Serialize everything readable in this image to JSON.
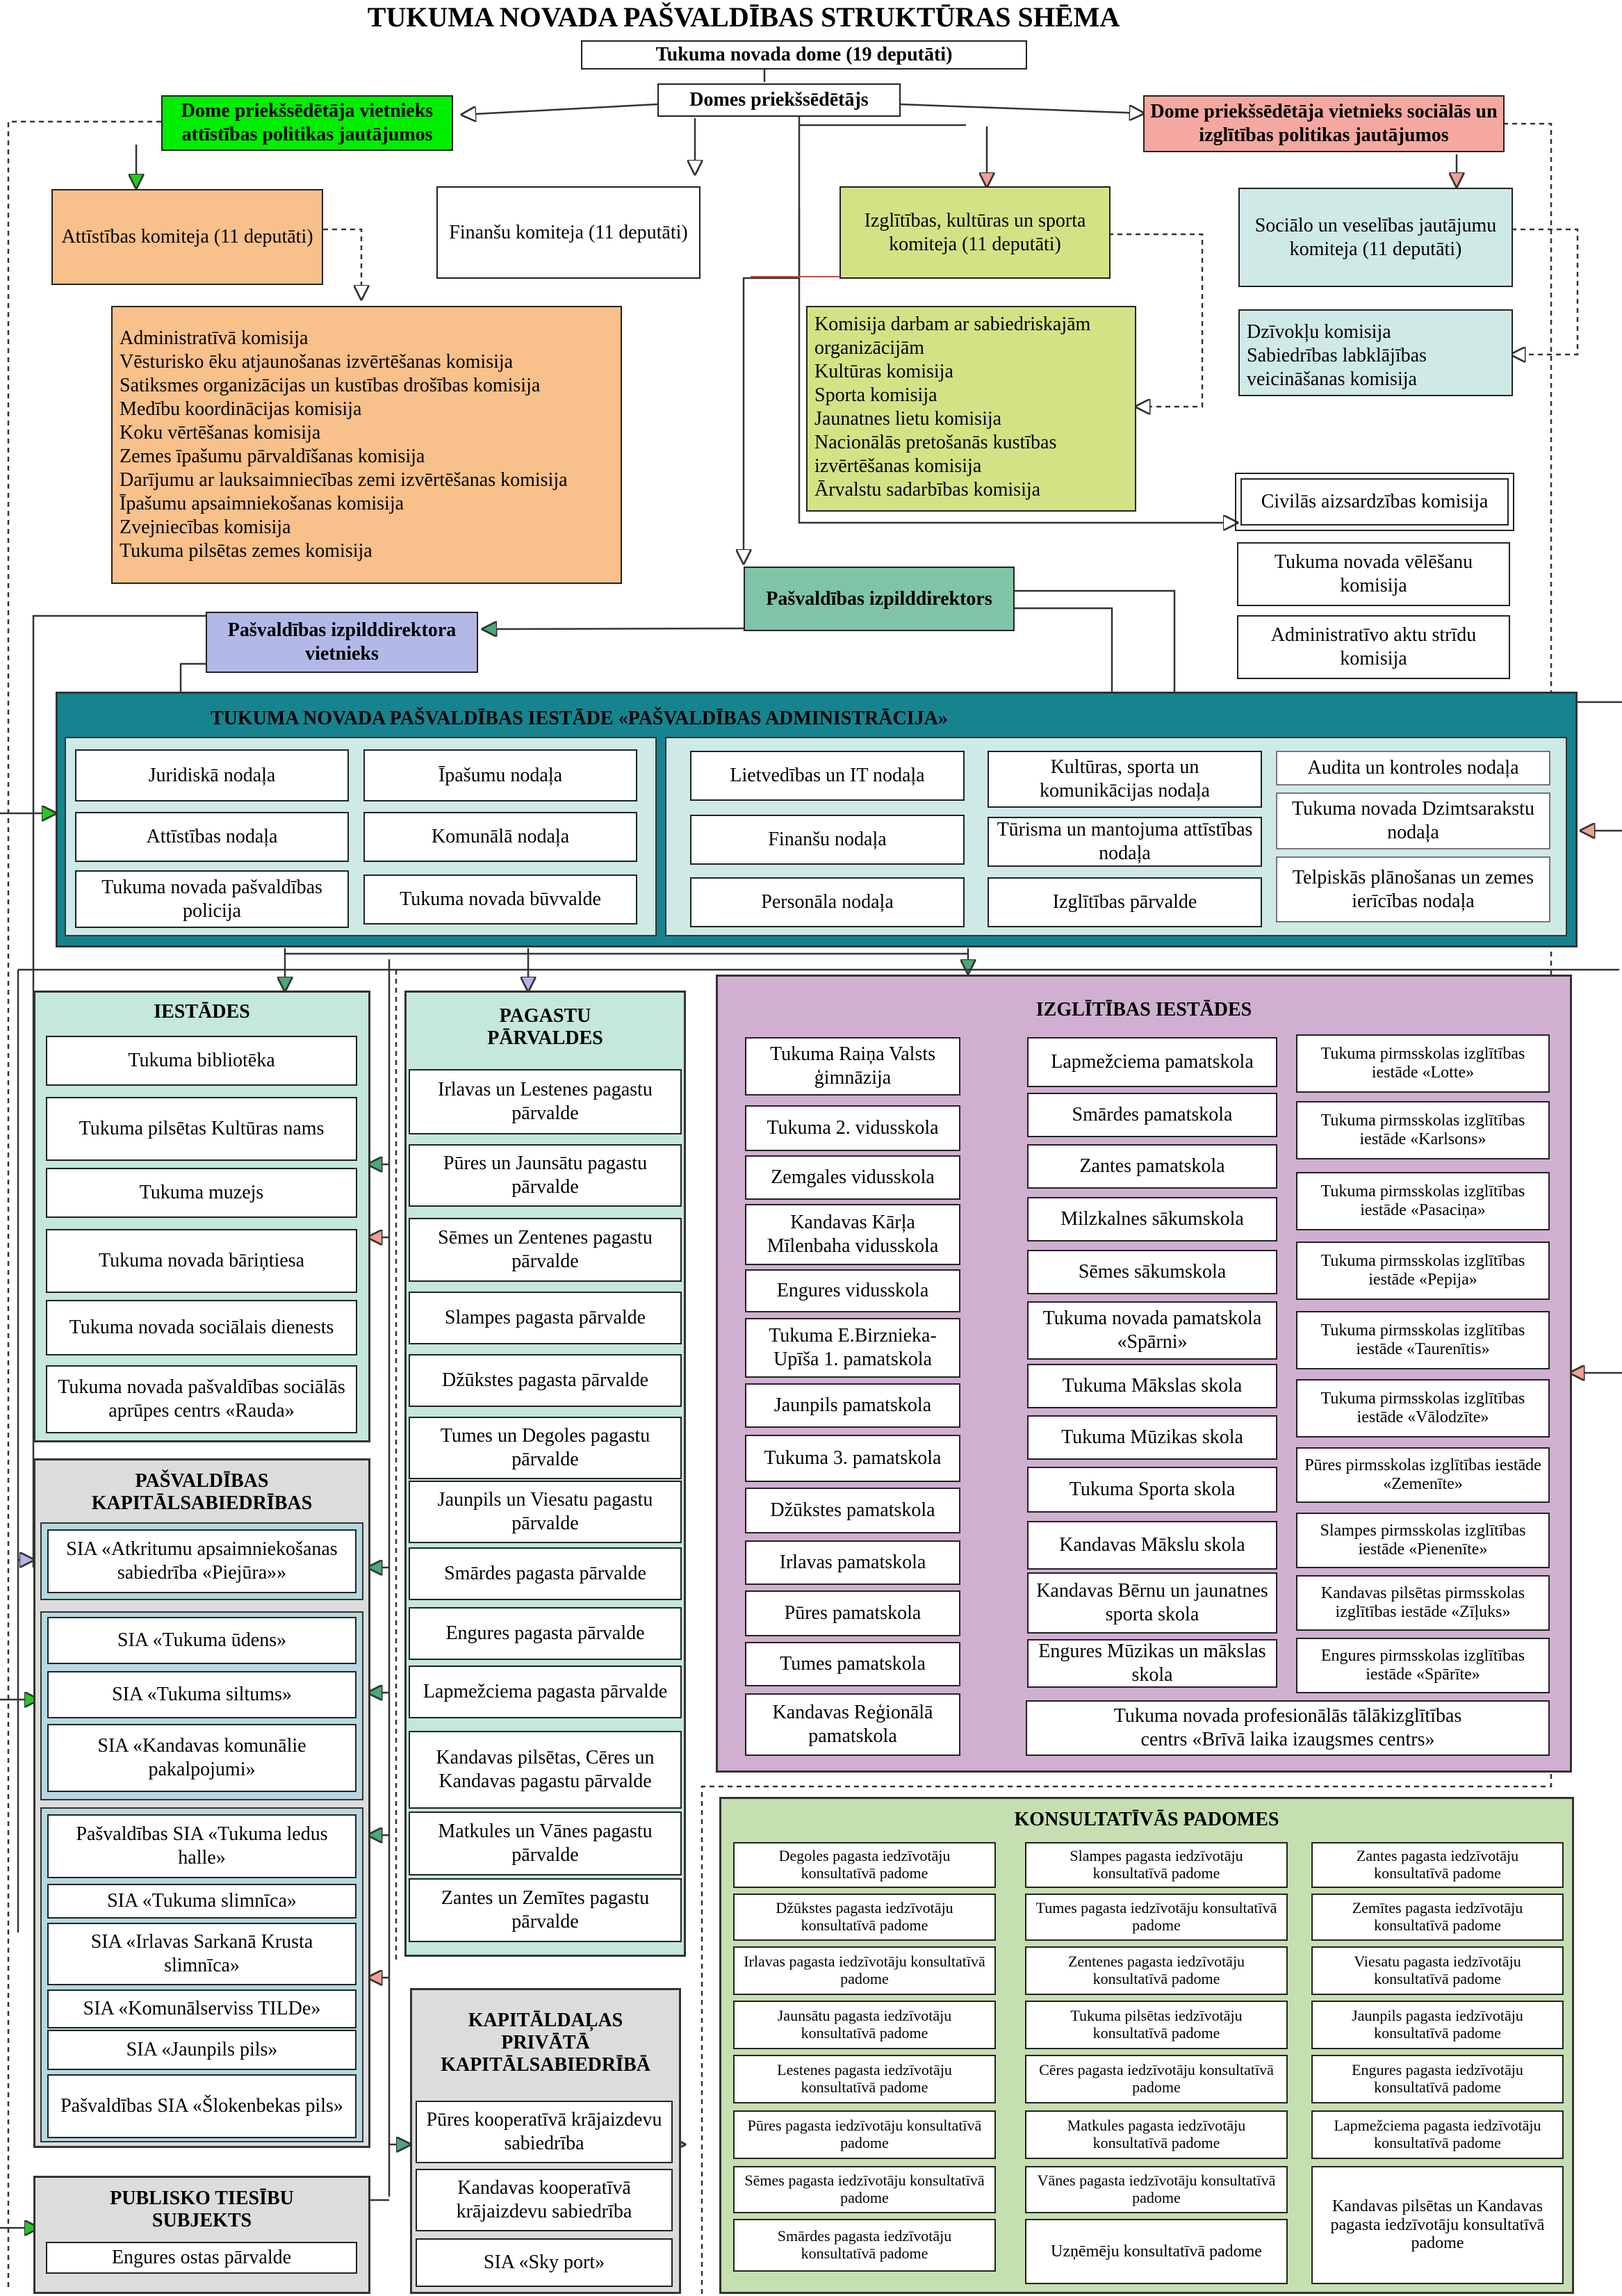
{
  "title": "TUKUMA NOVADA PAŠVALDĪBAS STRUKTŪRAS SHĒMA",
  "council": "Tukuma novada dome (19 deputāti)",
  "chair": "Domes priekšsēdētājs",
  "vice_dev": "Dome priekšsēdētāja vietnieks attīstības politikas jautājumos",
  "vice_social": "Dome priekšsēdētāja vietnieks sociālās un izglītības politikas jautājumos",
  "committees": {
    "development": "Attīstības komiteja (11 deputāti)",
    "finance": "Finanšu komiteja (11 deputāti)",
    "education": "Izglītības, kultūras un sporta komiteja (11 deputāti)",
    "social": "Sociālo un veselības jautājumu komiteja (11 deputāti)"
  },
  "dev_commissions": [
    "Administratīvā komisija",
    "Vēsturisko ēku atjaunošanas izvērtēšanas komisija",
    "Satiksmes organizācijas un kustības drošības komisija",
    "Medību koordinācijas komisija",
    "Koku vērtēšanas komisija",
    "Zemes īpašumu pārvaldīšanas komisija",
    "Darījumu ar lauksaimniecības zemi izvērtēšanas komisija",
    "Īpašumu apsaimniekošanas komisija",
    "Zvejniecības komisija",
    "Tukuma pilsētas zemes komisija"
  ],
  "edu_commissions": [
    "Komisija darbam ar sabiedriskajām",
    "organizācijām",
    "Kultūras komisija",
    "Sporta komisija",
    "Jaunatnes lietu komisija",
    "Nacionālās pretošanās kustības",
    "izvērtēšanas komisija",
    "Ārvalstu sadarbības komisija"
  ],
  "social_commissions": [
    "Dzīvokļu komisija",
    "Sabiedrības labklājības",
    "veicināšanas komisija"
  ],
  "independent_commissions": {
    "civil": "Civilās aizsardzības komisija",
    "election": "Tukuma novada vēlēšanu komisija",
    "admin_disputes": "Administratīvo aktu strīdu komisija"
  },
  "executive_director": "Pašvaldības izpilddirektors",
  "deputy_director": "Pašvaldības izpilddirektora vietnieks",
  "administration": {
    "title": "TUKUMA NOVADA PAŠVALDĪBAS IESTĀDE «PAŠVALDĪBAS ADMINISTRĀCIJA»",
    "left_units": [
      "Juridiskā nodaļa",
      "Īpašumu nodaļa",
      "Attīstības nodaļa",
      "Komunālā nodaļa",
      "Tukuma novada pašvaldības policija",
      "Tukuma novada būvvalde"
    ],
    "right_units": [
      "Lietvedības un IT nodaļa",
      "Kultūras, sporta un komunikācijas nodaļa",
      "Audita un kontroles nodaļa",
      "Finanšu nodaļa",
      "Tūrisma un mantojuma attīstības nodaļa",
      "Tukuma novada Dzimtsarakstu nodaļa",
      "Personāla nodaļa",
      "Izglītības pārvalde",
      "Telpiskās plānošanas un zemes ierīcības nodaļa"
    ]
  },
  "institutions": {
    "title": "IESTĀDES",
    "items": [
      "Tukuma bibliotēka",
      "Tukuma pilsētas Kultūras nams",
      "Tukuma muzejs",
      "Tukuma novada bāriņtiesa",
      "Tukuma novada sociālais dienests",
      "Tukuma novada pašvaldības sociālās aprūpes centrs «Rauda»"
    ]
  },
  "parishes": {
    "title": "PAGASTU PĀRVALDES",
    "items": [
      "Irlavas un Lestenes pagastu pārvalde",
      "Pūres un Jaunsātu pagastu pārvalde",
      "Sēmes un Zentenes pagastu pārvalde",
      "Slampes pagasta pārvalde",
      "Džūkstes pagasta pārvalde",
      "Tumes un Degoles pagastu pārvalde",
      "Jaunpils un Viesatu pagastu pārvalde",
      "Smārdes pagasta pārvalde",
      "Engures pagasta pārvalde",
      "Lapmežciema pagasta pārvalde",
      "Kandavas pilsētas, Cēres un Kandavas pagastu pārvalde",
      "Matkules un Vānes pagastu pārvalde",
      "Zantes un Zemītes pagastu pārvalde"
    ]
  },
  "companies": {
    "title": "PAŠVALDĪBAS KAPITĀLSABIEDRĪBAS",
    "group1": [
      "SIA «Atkritumu apsaimniekošanas sabiedrība «Piejūra»»"
    ],
    "group2": [
      "SIA «Tukuma ūdens»",
      "SIA «Tukuma siltums»",
      "SIA «Kandavas komunālie pakalpojumi»"
    ],
    "group3": [
      "Pašvaldības SIA «Tukuma ledus halle»",
      "SIA «Tukuma slimnīca»",
      "SIA «Irlavas Sarkanā Krusta slimnīca»",
      "SIA «Komunālserviss TILDe»",
      "SIA «Jaunpils pils»",
      "Pašvaldības SIA «Šlokenbekas pils»"
    ]
  },
  "public_law": {
    "title": "PUBLISKO TIESĪBU SUBJEKTS",
    "items": [
      "Engures ostas pārvalde"
    ]
  },
  "private_capital": {
    "title": "KAPITĀLDAĻAS PRIVĀTĀ KAPITĀLSABIEDRĪBĀ",
    "items": [
      "Pūres kooperatīvā krājaizdevu sabiedrība",
      "Kandavas kooperatīvā krājaizdevu sabiedrība",
      "SIA «Sky port»"
    ]
  },
  "schools": {
    "title": "IZGLĪTĪBAS IESTĀDES",
    "col1": [
      "Tukuma Raiņa Valsts ģimnāzija",
      "Tukuma 2. vidusskola",
      "Zemgales vidusskola",
      "Kandavas Kārļa Mīlenbaha vidusskola",
      "Engures vidusskola",
      "Tukuma E.Birznieka-Upīša 1. pamatskola",
      "Jaunpils pamatskola",
      "Tukuma 3. pamatskola",
      "Džūkstes pamatskola",
      "Irlavas pamatskola",
      "Pūres pamatskola",
      "Tumes pamatskola",
      "Kandavas Reģionālā pamatskola"
    ],
    "col2": [
      "Lapmežciema pamatskola",
      "Smārdes pamatskola",
      "Zantes pamatskola",
      "Milzkalnes sākumskola",
      "Sēmes sākumskola",
      "Tukuma novada pamatskola «Spārni»",
      "Tukuma Mākslas skola",
      "Tukuma Mūzikas skola",
      "Tukuma Sporta skola",
      "Kandavas Mākslu skola",
      "Kandavas Bērnu un jaunatnes sporta skola",
      "Engures Mūzikas un mākslas skola"
    ],
    "col3": [
      "Tukuma pirmsskolas izglītības iestāde «Lotte»",
      "Tukuma pirmsskolas izglītības iestāde «Karlsons»",
      "Tukuma pirmsskolas izglītības iestāde «Pasaciņa»",
      "Tukuma pirmsskolas izglītības iestāde «Pepija»",
      "Tukuma pirmsskolas izglītības iestāde «Taurenītis»",
      "Tukuma pirmsskolas izglītības iestāde «Vālodzīte»",
      "Pūres pirmsskolas izglītības iestāde «Zemenīte»",
      "Slampes pirmsskolas izglītības iestāde «Pienenīte»",
      "Kandavas pilsētas pirmsskolas izglītības iestāde «Zīļuks»",
      "Engures pirmsskolas izglītības iestāde «Spārīte»"
    ],
    "bottom": "Tukuma novada profesionālās tālākizglītības centrs «Brīvā laika izaugsmes centrs»"
  },
  "councils": {
    "title": "KONSULTATĪVĀS PADOMES",
    "col1": [
      "Degoles pagasta iedzīvotāju konsultatīvā padome",
      "Džūkstes pagasta iedzīvotāju konsultatīvā padome",
      "Irlavas pagasta iedzīvotāju konsultatīvā padome",
      "Jaunsātu pagasta iedzīvotāju konsultatīvā padome",
      "Lestenes pagasta iedzīvotāju konsultatīvā padome",
      "Pūres pagasta iedzīvotāju konsultatīvā padome",
      "Sēmes pagasta iedzīvotāju konsultatīvā padome",
      "Smārdes pagasta iedzīvotāju konsultatīvā padome"
    ],
    "col2": [
      "Slampes pagasta iedzīvotāju konsultatīvā padome",
      "Tumes pagasta iedzīvotāju konsultatīvā padome",
      "Zentenes pagasta iedzīvotāju konsultatīvā padome",
      "Tukuma pilsētas iedzīvotāju konsultatīvā padome",
      "Cēres pagasta iedzīvotāju konsultatīvā padome",
      "Matkules pagasta iedzīvotāju konsultatīvā padome",
      "Vānes pagasta iedzīvotāju konsultatīvā padome",
      "Uzņēmēju konsultatīvā padome"
    ],
    "col3": [
      "Zantes pagasta iedzīvotāju konsultatīvā padome",
      "Zemītes pagasta iedzīvotāju konsultatīvā padome",
      "Viesatu pagasta iedzīvotāju konsultatīvā padome",
      "Jaunpils pagasta iedzīvotāju konsultatīvā padome",
      "Engures pagasta iedzīvotāju konsultatīvā padome",
      "Lapmežciema pagasta iedzīvotāju konsultatīvā padome",
      "Kandavas pilsētas un Kandavas pagasta iedzīvotāju konsultatīvā padome"
    ]
  },
  "colors": {
    "vice_dev": "#00ee00",
    "vice_social": "#f4a8a0",
    "dev_committee": "#f8c08a",
    "edu_committee": "#d4e285",
    "social_committee": "#cfe9e6",
    "exec_director": "#7fc4a6",
    "deputy_director": "#b3b9e6",
    "administration": "#17838f",
    "administration_inner": "#cfe9e6",
    "institutions": "#c4e7de",
    "schools": "#d0b0d0",
    "companies": "#dcdcdc",
    "councils": "#c6dfb0"
  }
}
